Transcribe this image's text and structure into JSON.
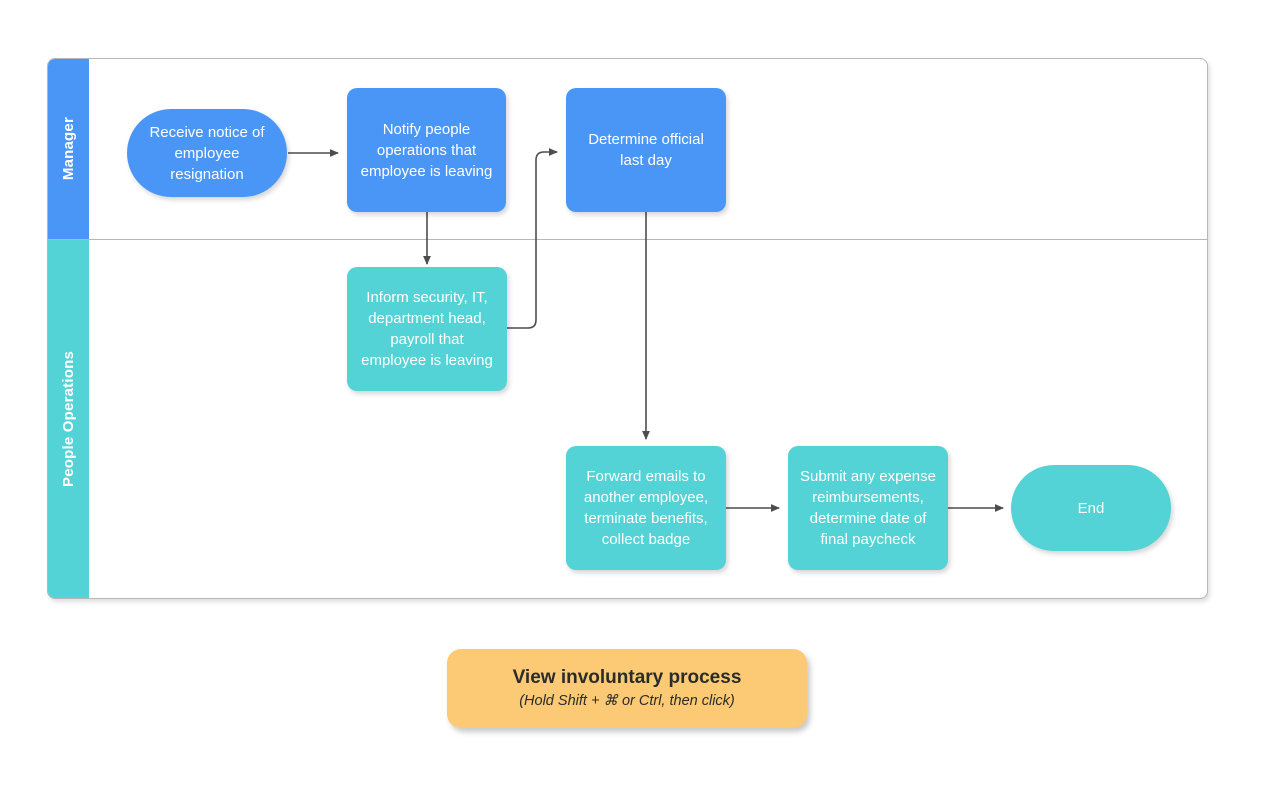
{
  "diagram": {
    "type": "swimlane-flowchart",
    "lanes": [
      {
        "id": "manager",
        "label": "Manager",
        "color": "#4a96f7"
      },
      {
        "id": "people-operations",
        "label": "People Operations",
        "color": "#54d3d6"
      }
    ],
    "nodes": [
      {
        "id": "receive-notice",
        "lane": "manager",
        "shape": "pill",
        "color": "#4a96f7",
        "text": "Receive notice of employee resignation"
      },
      {
        "id": "notify-people-ops",
        "lane": "manager",
        "shape": "rect",
        "color": "#4a96f7",
        "text": "Notify people operations that employee is leaving"
      },
      {
        "id": "determine-last-day",
        "lane": "manager",
        "shape": "rect",
        "color": "#4a96f7",
        "text": "Determine official last day"
      },
      {
        "id": "inform-stakeholders",
        "lane": "people-operations",
        "shape": "rect",
        "color": "#54d3d6",
        "text": "Inform security, IT, department head, payroll that employee is leaving"
      },
      {
        "id": "forward-emails",
        "lane": "people-operations",
        "shape": "rect",
        "color": "#54d3d6",
        "text": "Forward emails to another employee, terminate benefits, collect badge"
      },
      {
        "id": "submit-expenses",
        "lane": "people-operations",
        "shape": "rect",
        "color": "#54d3d6",
        "text": "Submit any expense reimbursements, determine date of final paycheck"
      },
      {
        "id": "end",
        "lane": "people-operations",
        "shape": "pill",
        "color": "#54d3d6",
        "text": "End"
      }
    ],
    "edges": [
      {
        "from": "receive-notice",
        "to": "notify-people-ops",
        "label": ""
      },
      {
        "from": "notify-people-ops",
        "to": "inform-stakeholders",
        "label": ""
      },
      {
        "from": "inform-stakeholders",
        "to": "determine-last-day",
        "label": ""
      },
      {
        "from": "determine-last-day",
        "to": "forward-emails",
        "label": ""
      },
      {
        "from": "forward-emails",
        "to": "submit-expenses",
        "label": ""
      },
      {
        "from": "submit-expenses",
        "to": "end",
        "label": ""
      }
    ]
  },
  "action_button": {
    "title": "View involuntary process",
    "subtitle": "(Hold Shift + ⌘ or Ctrl, then click)",
    "color": "#fcca74"
  }
}
